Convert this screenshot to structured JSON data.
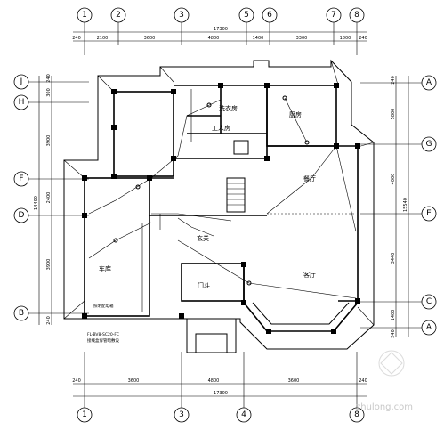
{
  "axes": {
    "top": [
      "1",
      "2",
      "3",
      "5",
      "6",
      "7",
      "8"
    ],
    "bottom": [
      "1",
      "3",
      "4",
      "8"
    ],
    "left": [
      "J",
      "H",
      "F",
      "D",
      "B"
    ],
    "right": [
      "A",
      "G",
      "E",
      "C",
      "A"
    ]
  },
  "dimensions": {
    "top_total": "17300",
    "top_segments": [
      "240",
      "2100",
      "3600",
      "4800",
      "1400",
      "3300",
      "1800",
      "240"
    ],
    "bottom_total": "17300",
    "bottom_segments": [
      "240",
      "3600",
      "4800",
      "3600",
      "240"
    ],
    "left_total": "14400",
    "left_segments": [
      "240",
      "300",
      "3900",
      "2400",
      "3900",
      "240"
    ],
    "right_total": "15540",
    "right_segments": [
      "240",
      "5800",
      "4000",
      "3440",
      "1400",
      "240"
    ]
  },
  "rooms": {
    "laundry": "洗衣房",
    "servant": "工人房",
    "kitchen": "厨房",
    "dining": "餐厅",
    "hallway": "玄关",
    "garage": "车库",
    "living": "客厅",
    "foyer": "门斗"
  },
  "notes": {
    "panel_label": "照明配电箱",
    "cable_note": "FL-BV8-SC20-FC",
    "cable_note2": "接线盒穿管暗敷设"
  },
  "watermark": "zhulong.com"
}
